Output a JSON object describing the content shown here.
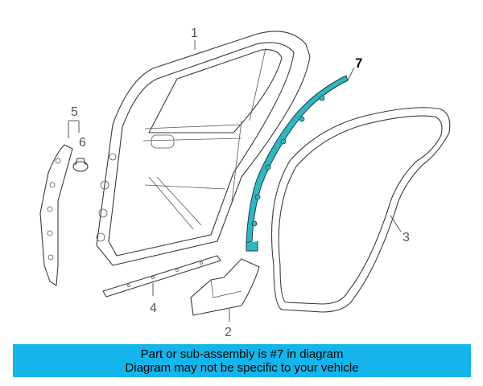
{
  "diagram": {
    "callouts": {
      "c1": "1",
      "c2": "2",
      "c3": "3",
      "c4": "4",
      "c5": "5",
      "c6": "6",
      "c7": "7"
    },
    "highlight_color": "#2bb8c4",
    "line_color": "#3a3a3a"
  },
  "banner": {
    "line1": "Part or sub-assembly is #7 in diagram",
    "line2": "Diagram may not be specific to your vehicle",
    "background": "#13b5ea"
  }
}
